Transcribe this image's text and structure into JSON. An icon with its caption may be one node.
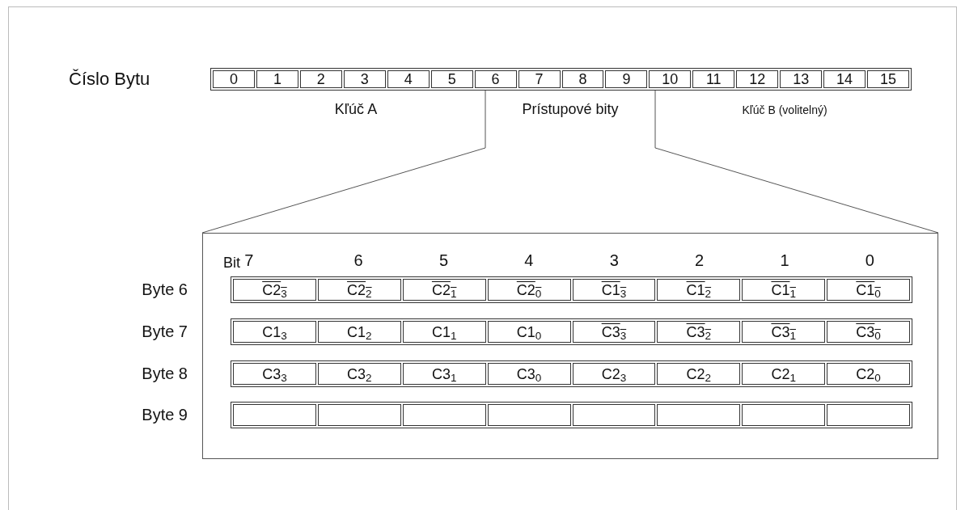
{
  "diagram": {
    "labels": [
      "Číslo Bytu",
      "0",
      "1",
      "2",
      "3",
      "4",
      "5",
      "6",
      "7",
      "8",
      "9",
      "10",
      "11",
      "12",
      "13",
      "14",
      "15",
      "Kľúč A",
      "Prístupové bity",
      "Kľúč B (volitelný)",
      "Bit",
      "7",
      "6",
      "5",
      "4",
      "3",
      "2",
      "1",
      "0",
      "Byte 6",
      "C2$_{3}$",
      "C2$_{2}$",
      "C2$_{1}$",
      "C2$_{0}$",
      "C1$_{3}$",
      "C1$_{2}$",
      "C1$_{1}$",
      "C1$_{0}$",
      "Byte 7",
      "C1$_{3}$",
      "C1$_{2}$",
      "C1$_{1}$",
      "C1$_{0}$",
      "C3$_{3}$",
      "C3$_{2}$",
      "C3$_{1}$",
      "C3$_{0}$",
      "Byte 8",
      "C3$_{3}$",
      "C3$_{2}$",
      "C3$_{1}$",
      "C3$_{0}$",
      "C2$_{3}$",
      "C2$_{2}$",
      "C2$_{1}$",
      "C2$_{0}$",
      "Byte 9"
    ]
  }
}
